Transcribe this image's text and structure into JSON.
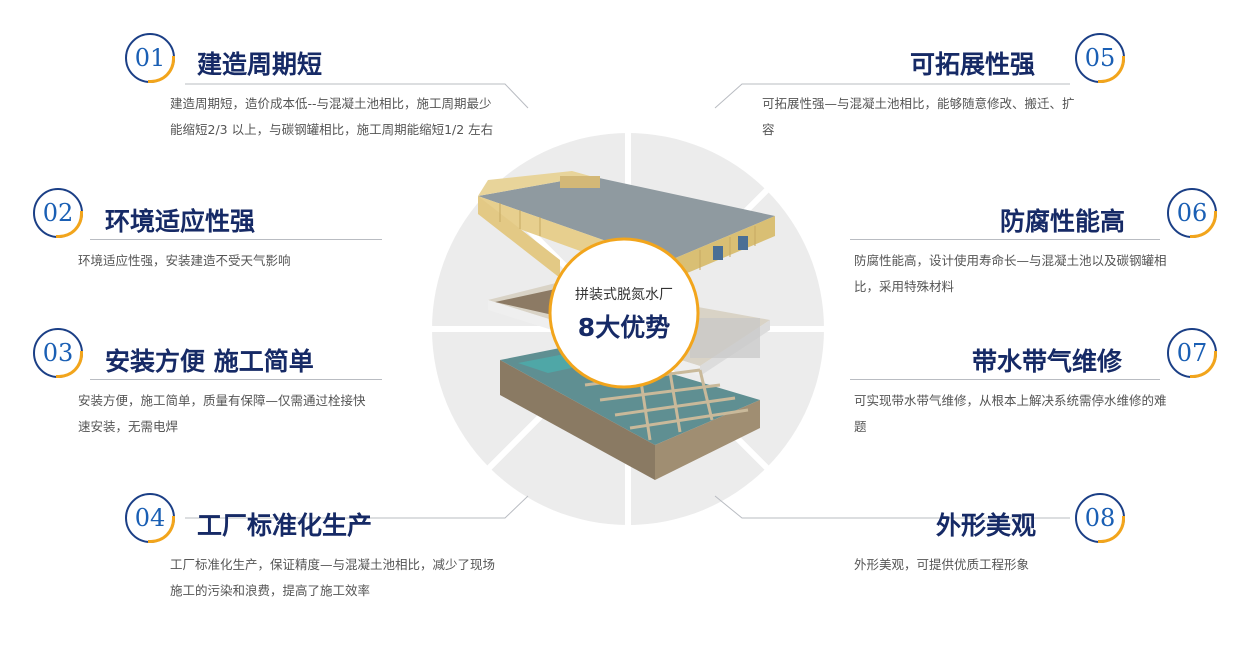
{
  "center": {
    "subtitle": "拼装式脱氮水厂",
    "title": "8大优势"
  },
  "features": [
    {
      "num": "01",
      "title": "建造周期短",
      "desc": "建造周期短，造价成本低--与混凝土池相比，施工周期最少能缩短2/3 以上，与碳钢罐相比，施工周期能缩短1/2 左右"
    },
    {
      "num": "02",
      "title": "环境适应性强",
      "desc": "环境适应性强，安装建造不受天气影响"
    },
    {
      "num": "03",
      "title": "安装方便 施工简单",
      "desc": "安装方便，施工简单，质量有保障—仅需通过栓接快速安装，无需电焊"
    },
    {
      "num": "04",
      "title": "工厂标准化生产",
      "desc": "工厂标准化生产，保证精度—与混凝土池相比，减少了现场施工的污染和浪费，提高了施工效率"
    },
    {
      "num": "05",
      "title": "可拓展性强",
      "desc": "可拓展性强—与混凝土池相比，能够随意修改、搬迁、扩容"
    },
    {
      "num": "06",
      "title": "防腐性能高",
      "desc": "防腐性能高，设计使用寿命长—与混凝土池以及碳钢罐相比，采用特殊材料"
    },
    {
      "num": "07",
      "title": "带水带气维修",
      "desc": "可实现带水带气维修，从根本上解决系统需停水维修的难题"
    },
    {
      "num": "08",
      "title": "外形美观",
      "desc": "外形美观，可提供优质工程形象"
    }
  ],
  "colors": {
    "navy": "#162a66",
    "blue": "#1a5fb4",
    "accent": "#f2a51c",
    "ring": "#f3f3f3"
  }
}
